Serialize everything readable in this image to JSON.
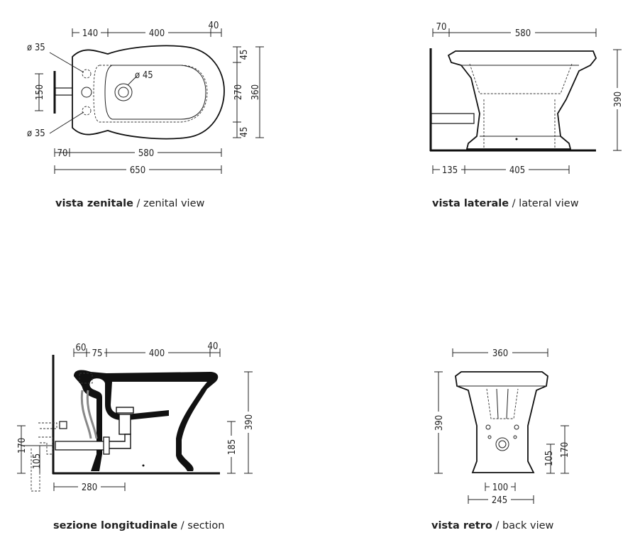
{
  "views": {
    "zenital": {
      "caption_bold": "vista zenitale",
      "caption_light": " / zenital view",
      "dims": {
        "top_a": "140",
        "top_b": "400",
        "top_c": "40",
        "hole_top": "ø 35",
        "hole_bottom": "ø 35",
        "drain": "ø 45",
        "left": "150",
        "right_a": "45",
        "right_b": "270",
        "right_c": "360",
        "right_d": "45",
        "bottom_a": "70",
        "bottom_b": "580",
        "bottom_c": "650"
      }
    },
    "lateral": {
      "caption_bold": "vista laterale",
      "caption_light": " / lateral view",
      "dims": {
        "top_a": "70",
        "top_b": "580",
        "right": "390",
        "bottom_a": "135",
        "bottom_b": "405"
      }
    },
    "section": {
      "caption_bold": "sezione longitudinale",
      "caption_light": " / section",
      "dims": {
        "top_a": "60",
        "top_b": "75",
        "top_c": "400",
        "top_d": "40",
        "right_a": "390",
        "right_b": "185",
        "left_a": "170",
        "left_b": "105",
        "bottom": "280"
      }
    },
    "back": {
      "caption_bold": "vista retro",
      "caption_light": " / back view",
      "dims": {
        "top": "360",
        "left": "390",
        "right_a": "105",
        "right_b": "170",
        "bottom_a": "100",
        "bottom_b": "245"
      }
    }
  }
}
